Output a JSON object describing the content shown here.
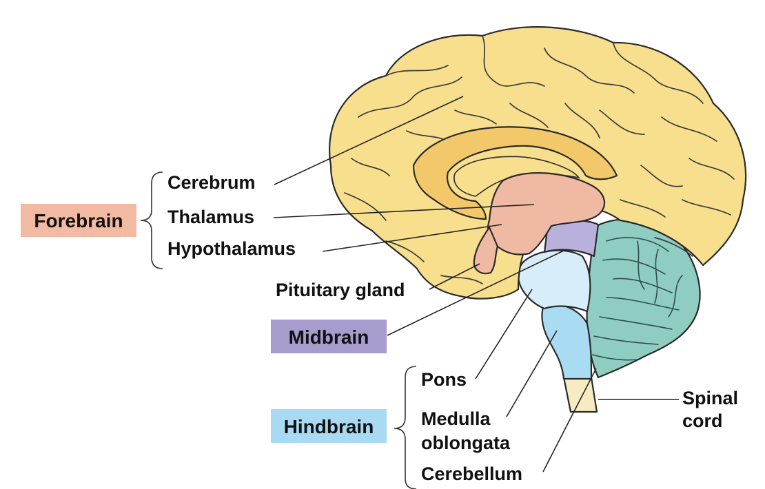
{
  "colors": {
    "cerebrum": "#f7df8e",
    "cerebrum_inner": "#f3c86a",
    "thalamus": "#efb9a4",
    "midbrain": "#b9b0dc",
    "pons": "#d7eefa",
    "medulla": "#a9dcf3",
    "spinal_cord": "#f6ebc2",
    "cerebellum": "#8fcdc2",
    "forebrain_box": "#f2b9a3",
    "midbrain_box": "#a89bcd",
    "hindbrain_box": "#a9daf4"
  },
  "regions": {
    "forebrain": "Forebrain",
    "midbrain": "Midbrain",
    "hindbrain": "Hindbrain"
  },
  "labels": {
    "cerebrum": "Cerebrum",
    "thalamus": "Thalamus",
    "hypothalamus": "Hypothalamus",
    "pituitary": "Pituitary gland",
    "pons": "Pons",
    "medulla_line1": "Medulla",
    "medulla_line2": "oblongata",
    "cerebellum": "Cerebellum",
    "spinal_line1": "Spinal",
    "spinal_line2": "cord"
  }
}
